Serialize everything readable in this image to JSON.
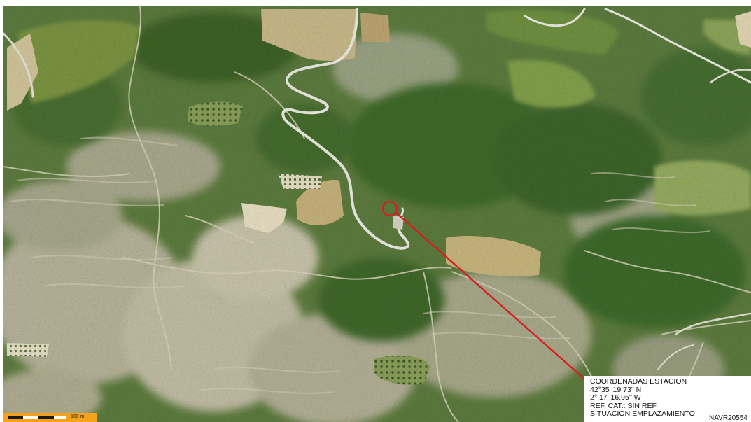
{
  "map": {
    "view": "aerial-satellite",
    "accent_color": "#d81e1e",
    "marker_icon": "red-circle-target"
  },
  "station_info": {
    "title": "COORDENADAS ESTACION",
    "latitude": "42°35' 19,73'' N",
    "longitude": "2° 17' 16,95'' W",
    "ref_cat": "REF. CAT.: SIN REF",
    "situation": "SITUACION EMPLAZAMIENTO",
    "station_code": "NAVR20554"
  },
  "scale_bar": {
    "label": "100 m",
    "color": "#f3a21a"
  }
}
